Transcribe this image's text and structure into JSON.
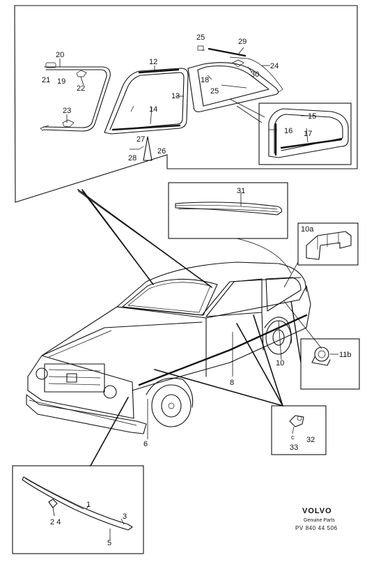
{
  "diagram": {
    "callouts": {
      "c1": "1",
      "c2_4": "2 4",
      "c3": "3",
      "c5": "5",
      "c6": "6",
      "c8": "8",
      "c10": "10",
      "c10a": "10a",
      "c11b": "11b",
      "c12": "12",
      "c13": "13",
      "c14": "14",
      "c15": "15",
      "c16": "16",
      "c17": "17",
      "c18": "18",
      "c19": "19",
      "c20": "20",
      "c21": "21",
      "c22": "22",
      "c23": "23",
      "c24": "24",
      "c25a": "25",
      "c25b": "25",
      "c26": "26",
      "c27": "27",
      "c28": "28",
      "c29": "29",
      "c30": "30",
      "c31": "31",
      "c32": "32",
      "c33": "33",
      "c_clip": "C"
    },
    "brand": {
      "name": "VOLVO",
      "subtitle": "Genuine Parts",
      "part_number": "PV  840  44 506"
    }
  }
}
